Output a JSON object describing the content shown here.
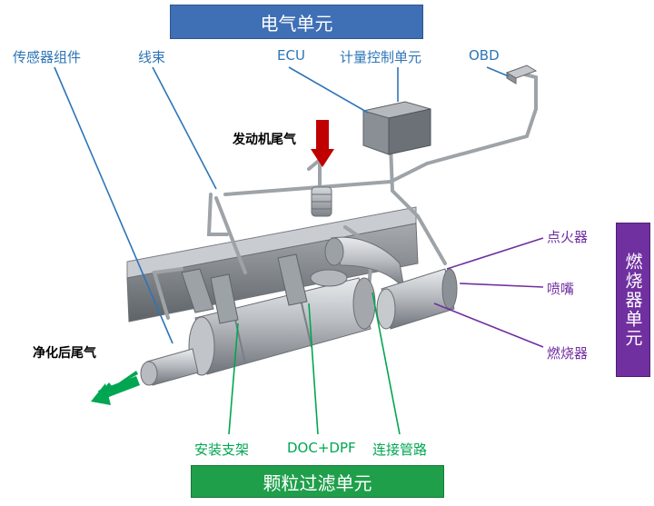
{
  "units": {
    "electrical": "电气单元",
    "particulate_filter": "颗粒过滤单元",
    "burner": "燃烧器单元"
  },
  "labels": {
    "sensor_assembly": "传感器组件",
    "wire_harness": "线束",
    "ecu": "ECU",
    "metering_control_unit": "计量控制单元",
    "obd": "OBD",
    "engine_exhaust": "发动机尾气",
    "igniter": "点火器",
    "nozzle": "喷嘴",
    "burner": "燃烧器",
    "clean_exhaust": "净化后尾气",
    "mounting_bracket": "安装支架",
    "doc_dpf": "DOC+DPF",
    "connecting_pipe": "连接管路"
  },
  "colors": {
    "electrical_unit": "#3f6fb5",
    "particulate_unit": "#1f9f4a",
    "burner_unit": "#7030a0",
    "leader_blue": "#2e75b6",
    "leader_purple": "#7030a0",
    "leader_green": "#00a651",
    "inlet_arrow": "#c00000",
    "outlet_arrow": "#00a651"
  }
}
